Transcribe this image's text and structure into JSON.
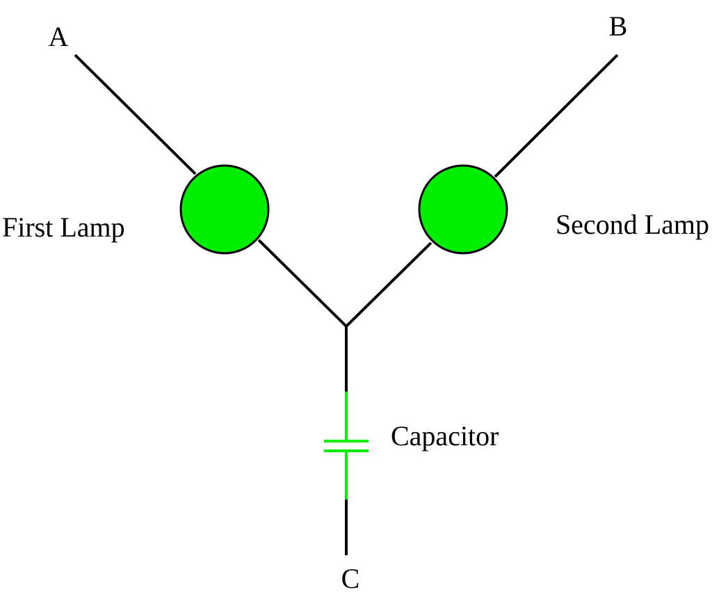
{
  "labels": {
    "terminal_a": "A",
    "terminal_b": "B",
    "terminal_c": "C",
    "first_lamp": "First Lamp",
    "second_lamp": "Second Lamp",
    "capacitor": "Capacitor"
  },
  "colors": {
    "lamp_fill": "#00ee00",
    "capacitor": "#00ee00",
    "wire": "#000000"
  }
}
